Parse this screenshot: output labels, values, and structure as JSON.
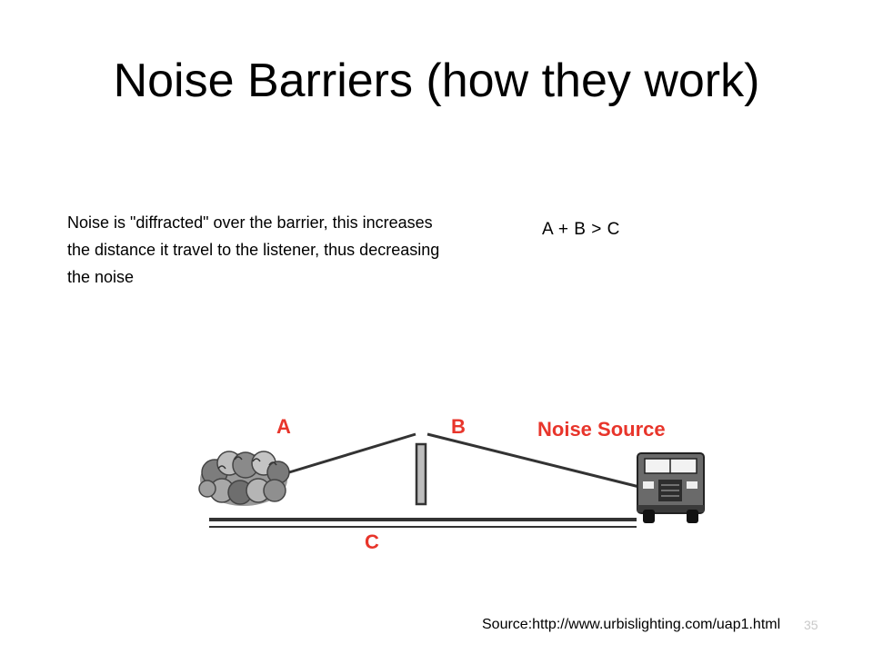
{
  "slide": {
    "title": "Noise Barriers (how they work)",
    "body_text": "Noise is \"diffracted\" over the barrier, this increases the distance it travel to the listener, thus decreasing the noise",
    "formula": "A + B > C",
    "source": "Source:http://www.urbislighting.com/uap1.html",
    "slide_number": "35"
  },
  "diagram": {
    "label_a": "A",
    "label_b": "B",
    "label_c": "C",
    "label_noise_source": "Noise Source",
    "label_color": "#e8352b",
    "line_color": "#333333"
  }
}
